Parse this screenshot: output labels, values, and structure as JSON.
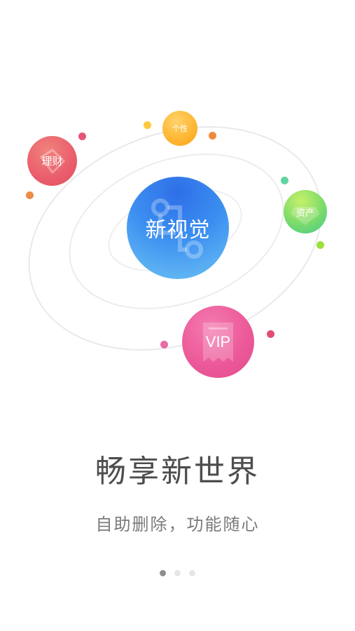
{
  "illustration": {
    "center_label": "新视觉",
    "satellites": [
      {
        "key": "licai",
        "label": "理财"
      },
      {
        "key": "gexing",
        "label": "个性"
      },
      {
        "key": "zichan",
        "label": "资产"
      },
      {
        "key": "vip",
        "label": "VIP"
      }
    ]
  },
  "onboarding": {
    "headline": "畅享新世界",
    "subtitle": "自助删除，功能随心"
  },
  "pager": {
    "total": 3,
    "current": 1
  }
}
